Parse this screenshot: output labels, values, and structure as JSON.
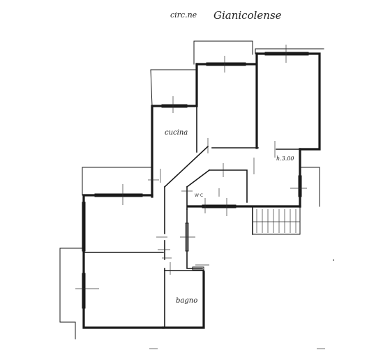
{
  "header": {
    "address_prefix": "circ.ne",
    "address_name": "Gianicolense"
  },
  "rooms": {
    "kitchen": "cucina",
    "bathroom": "bagno",
    "wc": "W·C",
    "height_note": "h.3.00"
  }
}
